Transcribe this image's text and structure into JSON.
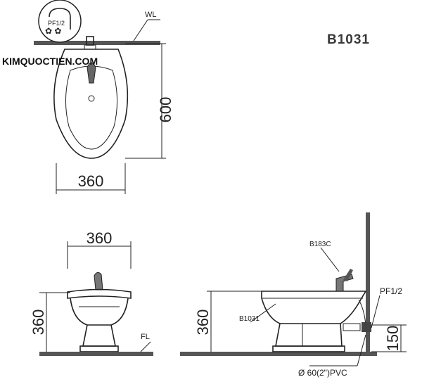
{
  "model": "B1031",
  "watermark": "KIMQUOCTIEN.COM",
  "logo_text": "PF1/2",
  "top_view": {
    "wall_label": "WL",
    "depth": "600",
    "width": "360"
  },
  "front_view": {
    "width": "360",
    "height": "360",
    "floor_label": "FL"
  },
  "side_view": {
    "height": "360",
    "faucet_label": "B183C",
    "model_label": "B1031",
    "supply_label": "PF1/2",
    "supply_height": "150",
    "drain_label": "Ø  60(2\")PVC"
  }
}
